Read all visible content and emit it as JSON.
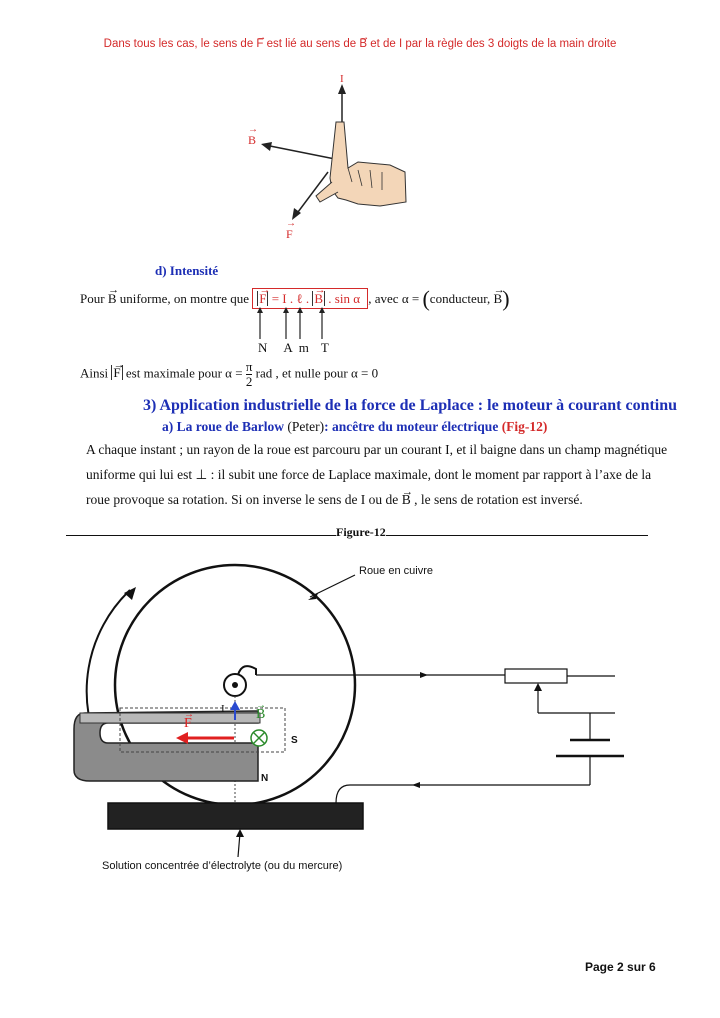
{
  "top_note": {
    "part1": "Dans tous les cas, le sens de ",
    "F": "F",
    "part2": " est lié au sens de ",
    "B": "B",
    "part3": " et de I par la règle des 3 doigts de la main droite"
  },
  "hand_labels": {
    "I": "I",
    "B": "B",
    "F": "F"
  },
  "intensity": {
    "title": "d)  Intensité",
    "pour": "Pour ",
    "B": "B",
    "uniform": " uniforme, on montre que ",
    "F": "F",
    "formula_mid": " = I . ℓ . ",
    "B2": "B",
    "sin": " . sin α",
    "avec": " , avec α = ",
    "angle_text": "conducteur, ",
    "B3": "B",
    "units": [
      "N",
      "A",
      "m",
      "T"
    ]
  },
  "ainsi": {
    "part1": "Ainsi ",
    "F": "F",
    "part2": " est maximale pour α = ",
    "num": "π",
    "den": "2",
    "part3": " rad , et nulle pour α = 0"
  },
  "section3": "3)  Application industrielle de la force de Laplace : le moteur à courant continu",
  "sub_a": {
    "label": "a)  La roue de Barlow",
    "peter": " (Peter)",
    "rest": ": ancêtre du moteur électrique ",
    "fig": "(Fig-12)"
  },
  "paragraph": {
    "part1": "A chaque instant ; un rayon de la roue est parcouru par un courant I, et il baigne dans un champ magnétique uniforme qui lui est ⊥ : il subit une force de Laplace maximale, dont le moment par rapport à l’axe de la roue provoque sa rotation. Si on inverse le sens de I ou de ",
    "B": "B",
    "part2": " , le sens de rotation est inversé."
  },
  "figure": {
    "label": "Figure-12",
    "roue": "Roue en cuivre",
    "solution": "Solution concentrée d’électrolyte (ou du mercure)",
    "I": "I",
    "B": "B",
    "F": "F",
    "S": "S",
    "N": "N"
  },
  "page": "Page 2 sur 6"
}
